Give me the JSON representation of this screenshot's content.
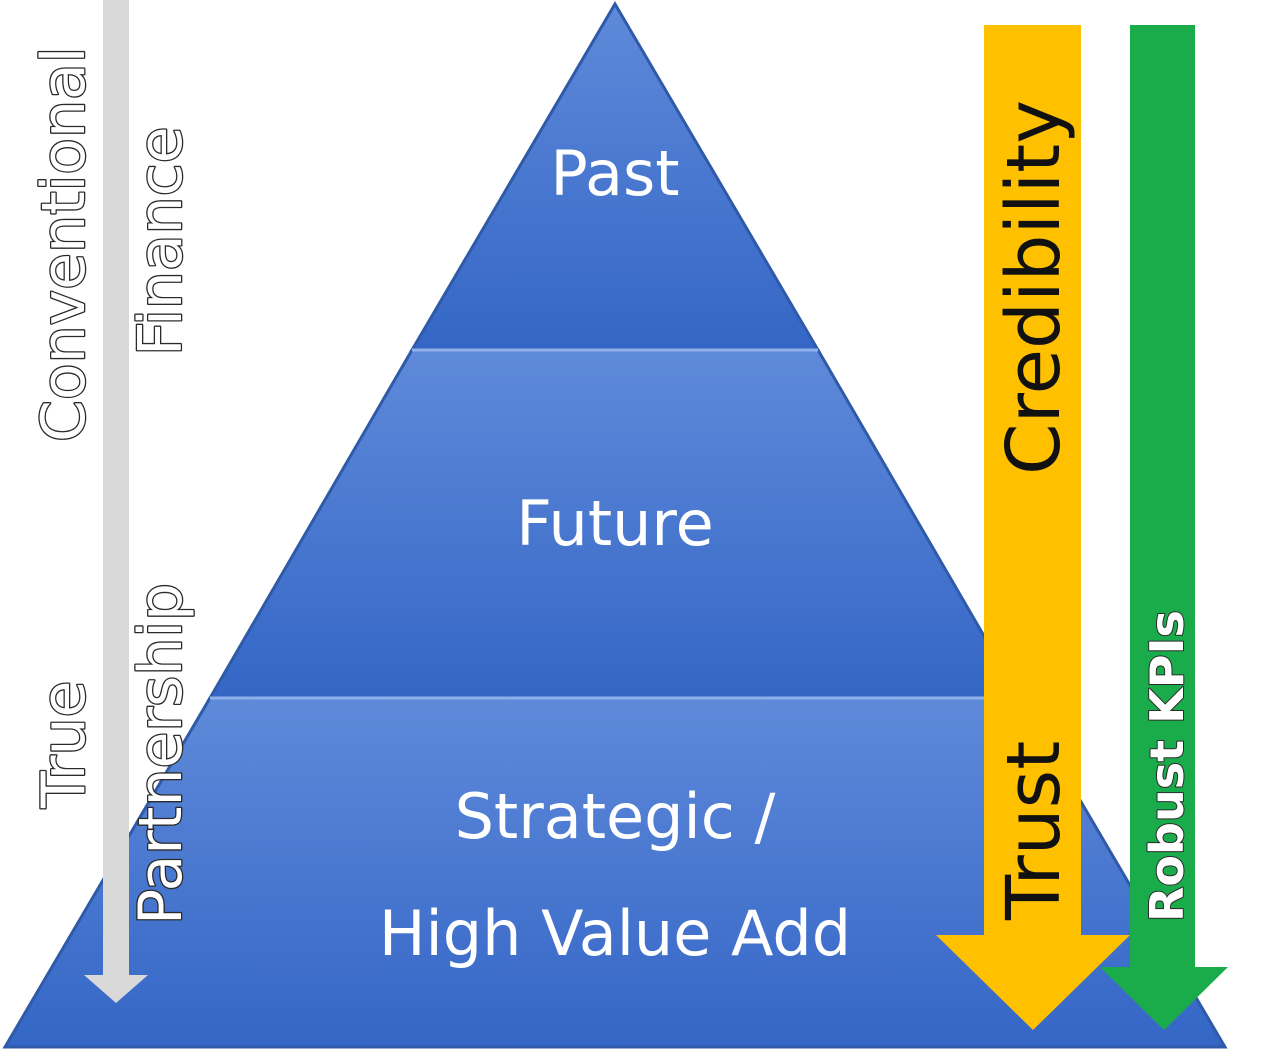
{
  "pyramid": {
    "tiers": [
      {
        "label": "Past"
      },
      {
        "label": "Future"
      },
      {
        "label_line1": "Strategic /",
        "label_line2": "High Value Add"
      }
    ],
    "color": "#3f6fcf"
  },
  "left_arrow": {
    "top_label_line1": "Conventional",
    "top_label_line2": "Finance",
    "bottom_label_line1": "True",
    "bottom_label_line2": "Partnership",
    "color": "#d9d9d9"
  },
  "trust_arrow": {
    "top_label": "Credibility",
    "bottom_label": "Trust",
    "color": "#ffc000"
  },
  "kpi_arrow": {
    "label": "Robust KPIs",
    "color": "#1aab4b"
  }
}
